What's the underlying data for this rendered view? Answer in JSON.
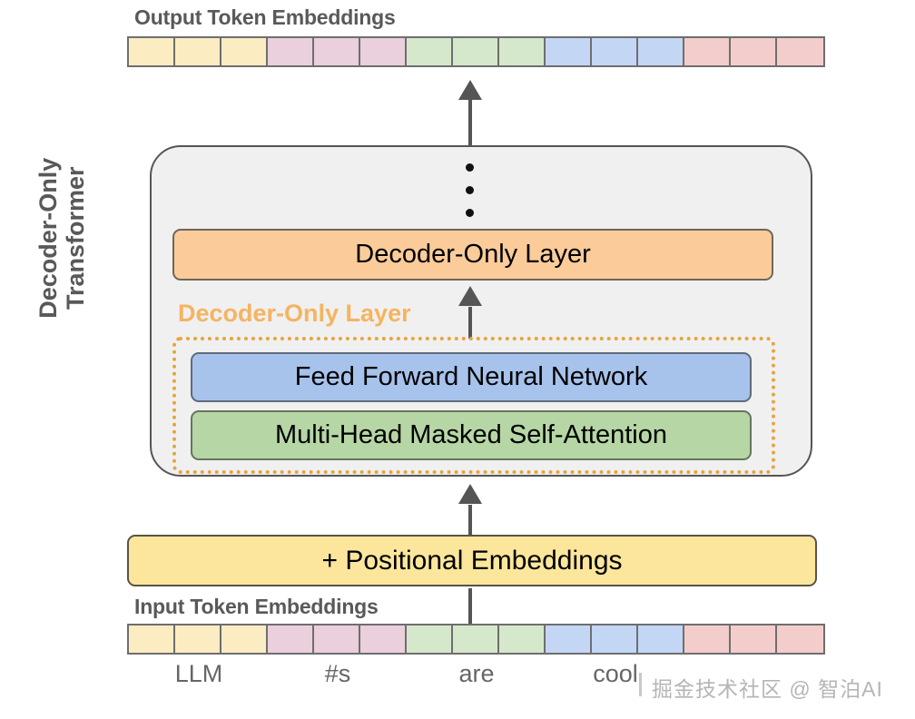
{
  "diagram": {
    "side_label_line1": "Decoder-Only",
    "side_label_line2": "Transformer",
    "output_label": "Output Token Embeddings",
    "input_label": "Input Token Embeddings",
    "decoder_layer_label": "Decoder-Only Layer",
    "dotted_group_label": "Decoder-Only Layer",
    "ffn_label": "Feed Forward Neural Network",
    "attention_label": "Multi-Head Masked Self-Attention",
    "positional_label": "+ Positional Embeddings",
    "ellipsis": "vertical-ellipsis",
    "watermark": "掘金技术社区 @ 智泊AI"
  },
  "colors": {
    "token_yellow": "#fcecc2",
    "token_pink": "#eacfdc",
    "token_green": "#d6e8cc",
    "token_blue": "#c3d7f5",
    "token_red": "#f3cdcb",
    "decoder_layer": "#fbcc9a",
    "ffn": "#a7c3ec",
    "attention": "#b6d7a5",
    "positional": "#fce69c",
    "container": "#f0f0f0",
    "dotted_border": "#e8a33d",
    "dotted_label": "#f5b461",
    "label_gray": "#595959",
    "stroke": "#6e6e6e"
  },
  "output_tokens": [
    {
      "color": "#fcecc2",
      "cells": 3,
      "caption": ""
    },
    {
      "color": "#eacfdc",
      "cells": 3,
      "caption": ""
    },
    {
      "color": "#d6e8cc",
      "cells": 3,
      "caption": ""
    },
    {
      "color": "#c3d7f5",
      "cells": 3,
      "caption": ""
    },
    {
      "color": "#f3cdcb",
      "cells": 3,
      "caption": ""
    }
  ],
  "input_tokens": [
    {
      "color": "#fcecc2",
      "cells": 3,
      "caption": "LLM"
    },
    {
      "color": "#eacfdc",
      "cells": 3,
      "caption": "#s"
    },
    {
      "color": "#d6e8cc",
      "cells": 3,
      "caption": "are"
    },
    {
      "color": "#c3d7f5",
      "cells": 3,
      "caption": "cool"
    },
    {
      "color": "#f3cdcb",
      "cells": 3,
      "caption": ""
    }
  ],
  "arrows": [
    {
      "name": "arrow-decoder-to-output"
    },
    {
      "name": "arrow-dotted-to-decoder"
    },
    {
      "name": "arrow-positional-to-transformer"
    },
    {
      "name": "arrow-tokens-to-positional"
    }
  ]
}
